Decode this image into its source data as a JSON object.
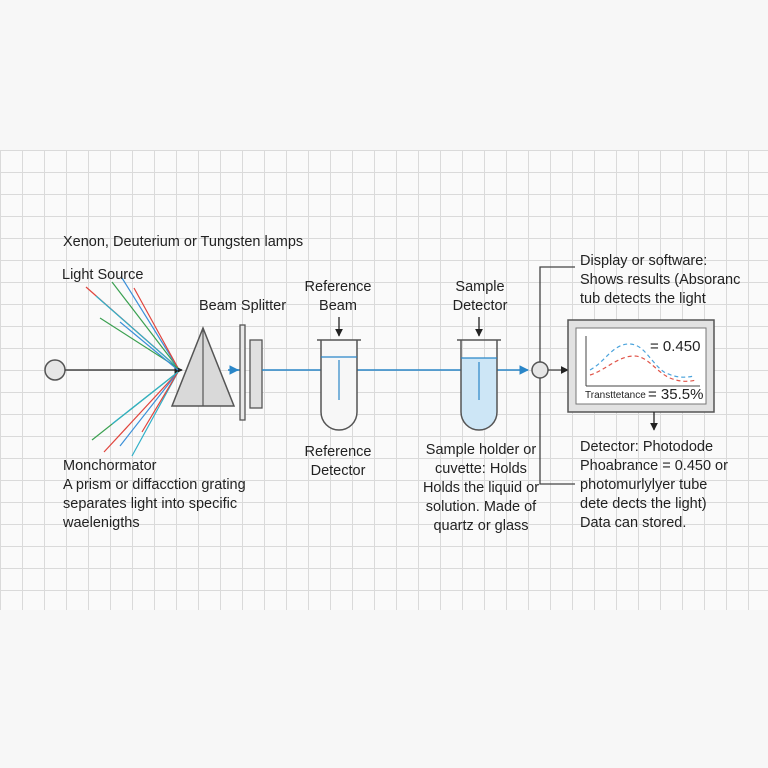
{
  "lamp_note": "Xenon, Deuterium or Tungsten lamps",
  "light_source": "Light Source",
  "beam_splitter": "Beam Splitter",
  "reference_beam": "Reference\nBeam",
  "sample_detector": "Sample\nDetector",
  "reference_detector": "Reference\nDetector",
  "monochromator_title": "Monchormator",
  "monochromator_desc": "A prism or diffacction grating\nseparates light into specific\nwaelenigths",
  "sample_holder_desc": "Sample holder or\ncuvette: Holds\nHolds the liquid or\nsolution. Made of\nquartz or glass",
  "display_desc": "Display or software:\nShows results (Absoranc\ntub detects the light",
  "screen_absorbance": "= 0.450",
  "screen_transmittance_label": "Transttetance",
  "screen_transmittance_value": "= 35.5%",
  "detector_desc": "Detector: Photodode\nPhoabrance = 0.450 or\nphotomurlylyer tube\ndete dects the light)\nData can stored.",
  "colors": {
    "beam": "#2a86c8",
    "ray_red": "#e0443c",
    "ray_green": "#3aa050",
    "ray_blue": "#3a8fd8",
    "ray_cyan": "#30b0c8",
    "sample_liquid": "#cde6f6",
    "curve_blue": "#4aa3dc",
    "curve_red": "#e0554a"
  },
  "icons": [
    "source-circle-icon",
    "prism-icon",
    "beam-splitter-icon",
    "cuvette-icon",
    "detector-circle-icon",
    "monitor-icon"
  ]
}
